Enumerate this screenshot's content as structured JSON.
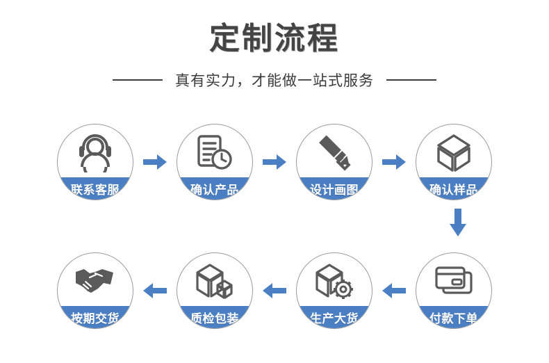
{
  "header": {
    "title": "定制流程",
    "subtitle": "真有实力，才能做一站式服务",
    "title_color": "#444444",
    "rule_color": "#3d3d3d"
  },
  "theme": {
    "accent_blue": "#4b7fc4",
    "arrow_blue": "#4b7fc4",
    "icon_gray": "#5a5a5a",
    "circle_border": "#9a9a9a",
    "background": "#ffffff"
  },
  "flow": {
    "row1_direction": "right",
    "row2_direction": "left",
    "connector_direction": "down",
    "steps": [
      {
        "index": 1,
        "label": "联系客服",
        "icon": "headset-support-icon"
      },
      {
        "index": 2,
        "label": "确认产品",
        "icon": "document-clock-icon"
      },
      {
        "index": 3,
        "label": "设计画图",
        "icon": "pencil-drafting-icon"
      },
      {
        "index": 4,
        "label": "确认样品",
        "icon": "cube-sample-icon"
      },
      {
        "index": 5,
        "label": "付款下单",
        "icon": "credit-card-icon"
      },
      {
        "index": 6,
        "label": "生产大货",
        "icon": "box-gear-icon"
      },
      {
        "index": 7,
        "label": "质检包装",
        "icon": "boxes-packaging-icon"
      },
      {
        "index": 8,
        "label": "按期交货",
        "icon": "handshake-icon"
      }
    ]
  }
}
